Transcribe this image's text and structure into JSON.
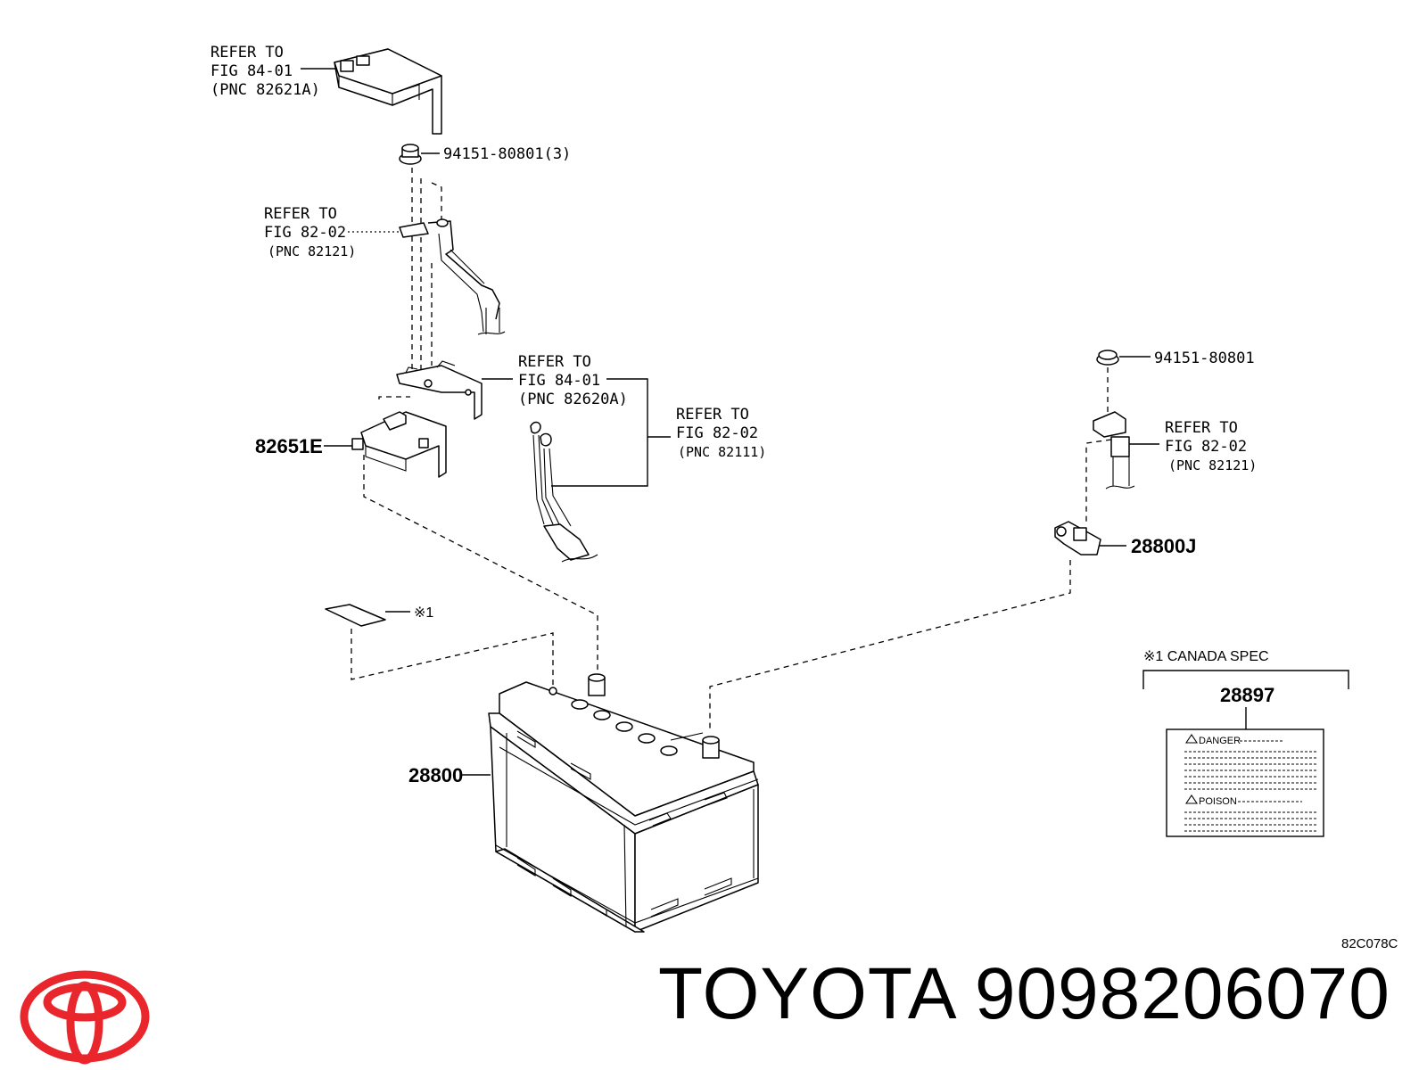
{
  "callouts": {
    "ref_84_01_a": [
      "REFER TO",
      "FIG 84-01",
      "(PNC 82621A)"
    ],
    "nut_3": "94151-80801(3)",
    "ref_82_02_a": [
      "REFER TO",
      "FIG 82-02",
      "(PNC 82121)"
    ],
    "ref_84_01_b": [
      "REFER TO",
      "FIG 84-01",
      "(PNC 82620A)"
    ],
    "ref_82_02_b": [
      "REFER TO",
      "FIG 82-02",
      "(PNC 82111)"
    ],
    "part_82651E": "82651E",
    "nut_1": "94151-80801",
    "ref_82_02_c": [
      "REFER TO",
      "FIG 82-02",
      "(PNC 82121)"
    ],
    "part_28800J": "28800J",
    "note_mark": "※1",
    "canada_spec": "※1 CANADA SPEC",
    "part_28897": "28897",
    "danger": "DANGER",
    "poison": "POISON",
    "part_28800": "28800"
  },
  "figure_code": "82C078C",
  "brand": {
    "name": "TOYOTA",
    "part_number": "9098206070",
    "logo_color": "#e8262b"
  }
}
